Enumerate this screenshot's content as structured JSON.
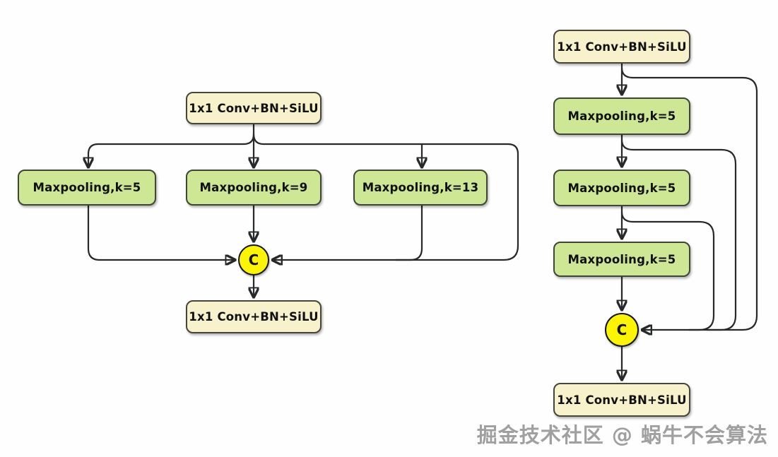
{
  "diagram": {
    "left": {
      "top_box": "1x1 Conv+BN+SiLU",
      "pools": [
        "Maxpooling,k=5",
        "Maxpooling,k=9",
        "Maxpooling,k=13"
      ],
      "concat_label": "C",
      "bottom_box": "1x1 Conv+BN+SiLU"
    },
    "right": {
      "top_box": "1x1 Conv+BN+SiLU",
      "pools": [
        "Maxpooling,k=5",
        "Maxpooling,k=5",
        "Maxpooling,k=5"
      ],
      "concat_label": "C",
      "bottom_box": "1x1 Conv+BN+SiLU"
    },
    "colors": {
      "conv_fill": "#f8f2cc",
      "conv_border": "#45453a",
      "pool_fill": "#cde795",
      "pool_border": "#3e4635",
      "concat_fill": "#fcf500",
      "concat_border": "#141414",
      "line": "#26282a",
      "bg": "#fefefe",
      "watermark": "#a0a0a0"
    }
  },
  "watermark": "掘金技术社区 @ 蜗牛不会算法"
}
